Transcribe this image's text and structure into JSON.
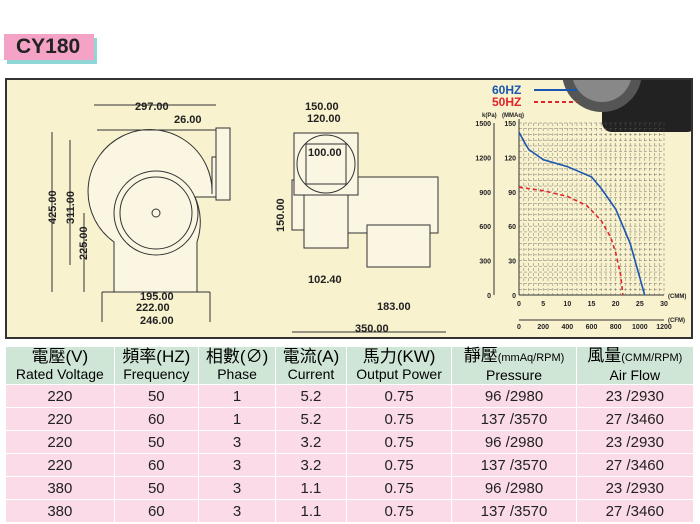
{
  "model": "CY180",
  "dims_front": {
    "d297": "297.00",
    "d26": "26.00",
    "d425": "425.00",
    "d311": "311.00",
    "d225": "225.00",
    "d195": "195.00",
    "d222": "222.00",
    "d246": "246.00"
  },
  "dims_side": {
    "d150t": "150.00",
    "d120": "120.00",
    "d100": "100.00",
    "d150l": "150.00",
    "d1024": "102.40",
    "d183": "183.00",
    "d350": "350.00"
  },
  "chart_data": {
    "type": "line",
    "legend": [
      {
        "name": "60HZ",
        "color": "#1a55b0",
        "style": "solid"
      },
      {
        "name": "50HZ",
        "color": "#e0242b",
        "style": "dashed"
      }
    ],
    "y_left_label": "k(Pa)",
    "y_left_ticks": [
      "1500",
      "1200",
      "900",
      "600",
      "300",
      "0"
    ],
    "y_right_label": "(MMAq)",
    "y_ticks": [
      "150",
      "120",
      "90",
      "60",
      "30",
      "0"
    ],
    "x_label": "(CMM)",
    "x_ticks": [
      "0",
      "5",
      "10",
      "15",
      "20",
      "25",
      "30"
    ],
    "x2_label": "(CFM)",
    "x2_ticks": [
      "0",
      "200",
      "400",
      "600",
      "800",
      "1000",
      "1200"
    ],
    "xlim": [
      0,
      30
    ],
    "ylim": [
      0,
      150
    ],
    "series": [
      {
        "name": "60HZ",
        "x": [
          0,
          1,
          2,
          5,
          10,
          15,
          17,
          20,
          23,
          26
        ],
        "y": [
          142,
          134,
          127,
          118,
          112,
          103,
          93,
          75,
          45,
          0
        ]
      },
      {
        "name": "50HZ",
        "x": [
          0,
          5,
          10,
          14,
          17,
          19,
          20,
          21,
          21.5
        ],
        "y": [
          94,
          91,
          86,
          78,
          65,
          50,
          37,
          18,
          0
        ]
      }
    ]
  },
  "table": {
    "headers": [
      {
        "zh": "電壓",
        "unit": "(V)",
        "en": "Rated Voltage"
      },
      {
        "zh": "頻率",
        "unit": "(HZ)",
        "en": "Frequency"
      },
      {
        "zh": "相數",
        "unit": "(∅)",
        "en": "Phase"
      },
      {
        "zh": "電流",
        "unit": "(A)",
        "en": "Current"
      },
      {
        "zh": "馬力",
        "unit": "(KW)",
        "en": "Output Power"
      },
      {
        "zh": "靜壓",
        "unit": "(mmAq/RPM)",
        "en": "Pressure"
      },
      {
        "zh": "風量",
        "unit": "(CMM/RPM)",
        "en": "Air Flow"
      }
    ],
    "rows": [
      [
        "220",
        "50",
        "1",
        "5.2",
        "0.75",
        "96 /2980",
        "23 /2930"
      ],
      [
        "220",
        "60",
        "1",
        "5.2",
        "0.75",
        "137 /3570",
        "27 /3460"
      ],
      [
        "220",
        "50",
        "3",
        "3.2",
        "0.75",
        "96 /2980",
        "23 /2930"
      ],
      [
        "220",
        "60",
        "3",
        "3.2",
        "0.75",
        "137 /3570",
        "27 /3460"
      ],
      [
        "380",
        "50",
        "3",
        "1.1",
        "0.75",
        "96 /2980",
        "23 /2930"
      ],
      [
        "380",
        "60",
        "3",
        "1.1",
        "0.75",
        "137 /3570",
        "27 /3460"
      ]
    ]
  }
}
